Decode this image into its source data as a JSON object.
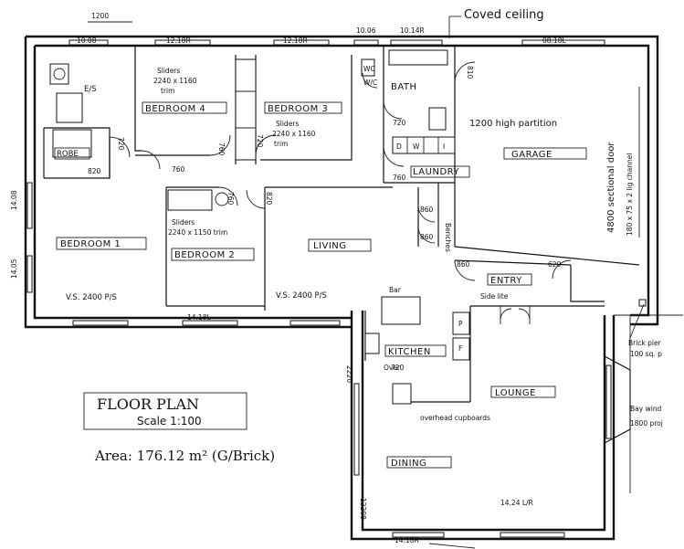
{
  "plan": {
    "top_note": "Coved ceiling",
    "dim_top_small": "1200",
    "title_line1": "FLOOR PLAN",
    "title_line2": "Scale 1:100",
    "area_text": "Area: 176.12 m² (G/Brick)",
    "note_brick_line1": "Brick pier",
    "note_brick_line2": "100 sq. p",
    "note_bay_line1": "Bay wind",
    "note_bay_line2": "1800 proj",
    "note_partition": "1200 high partition",
    "note_sectional_door": "4800 sectional door",
    "note_lintel": "180 x 75 x 2 lig channel",
    "note_side_lite": "Side lite",
    "note_bar": "Bar",
    "note_benches": "Benches",
    "note_overhead": "overhead cupboards",
    "note_over": "Over",
    "note_2400": "2400",
    "rooms": {
      "bedroom4": "BEDROOM 4",
      "bedroom3": "BEDROOM 3",
      "bedroom1": "BEDROOM 1",
      "bedroom2": "BEDROOM 2",
      "bath": "BATH",
      "garage": "GARAGE",
      "laundry": "LAUNDRY",
      "living": "LIVING",
      "entry": "ENTRY",
      "kitchen": "KITCHEN",
      "lounge": "LOUNGE",
      "dining": "DINING",
      "robe": "ROBE",
      "wc": "WC",
      "ens": "E/S"
    },
    "sliders": {
      "b4_line1": "Sliders",
      "b4_line2": "2240 x 1160",
      "b4_line3": "trim",
      "b3_line1": "Sliders",
      "b3_line2": "2240 x 1160",
      "b3_line3": "trim",
      "b2_line1": "Sliders",
      "b2_line2": "2240 x 1150 trim"
    },
    "dims": {
      "d1008": "10.08",
      "d1218a": "12.18R",
      "d1218b": "12.18R",
      "d1006": "10.06",
      "d1014": "10.14R",
      "d0818": "08.18L",
      "d1408": "14.08",
      "d1405": "14.05",
      "d1418": "14.18L",
      "d1424": "14.24 L/R",
      "d1418b": "14.18R",
      "d12208": "12208",
      "d2220": "2220",
      "d720a": "720",
      "d720b": "720",
      "d720c": "720",
      "d760a": "760",
      "d760b": "760",
      "d760c": "760",
      "d760d": "760",
      "d810": "810",
      "d820a": "820",
      "d820b": "820",
      "d860a": "860",
      "d860b": "860",
      "d860c": "860",
      "d620": "620",
      "d720d": "720",
      "vs_b1": "V.S. 2400 P/S",
      "vs_living": "V.S. 2400 P/S",
      "fridge": "F",
      "pantry": "P",
      "d": "D",
      "w": "W",
      "i": "I",
      "wc_w": "W/C"
    }
  }
}
